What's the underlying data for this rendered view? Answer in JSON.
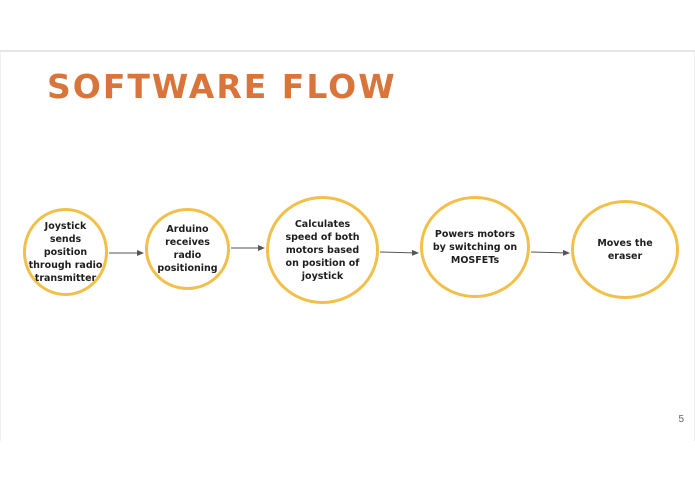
{
  "slide": {
    "title": "SOFTWARE FLOW",
    "page_number": "5"
  },
  "flow": {
    "steps": [
      "Joystick sends position through radio transmitter",
      "Arduino receives radio positioning",
      "Calculates speed of both motors based on position of joystick",
      "Powers motors by switching on MOSFETs",
      "Moves the eraser"
    ]
  },
  "colors": {
    "title": "#d9753a",
    "node_border": "#f2c04a",
    "node_text": "#1e1e1e",
    "arrow": "#555555"
  }
}
